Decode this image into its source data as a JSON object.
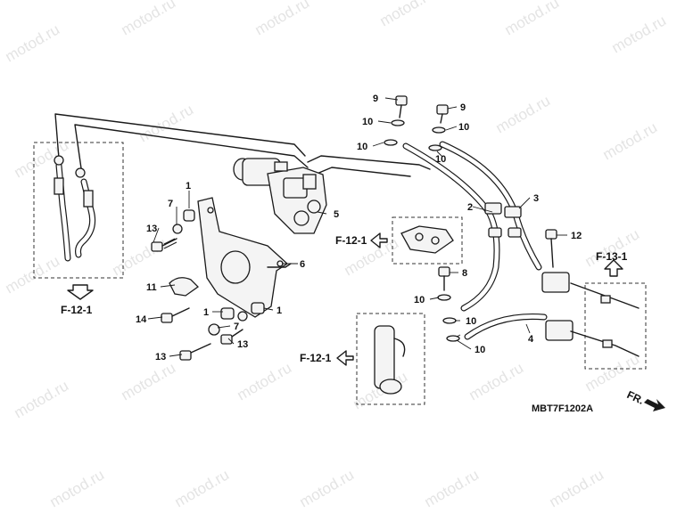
{
  "watermark": {
    "text": "motod.ru"
  },
  "diagram_code": "MBT7F1202A",
  "front_indicator": "FR.",
  "ref_labels": {
    "left": "F-12-1",
    "middle": "F-12-1",
    "lower": "F-12-1",
    "right": "F-13-1"
  },
  "callouts": {
    "c1a": "1",
    "c1b": "1",
    "c1c": "1",
    "c2": "2",
    "c3": "3",
    "c4": "4",
    "c5": "5",
    "c6": "6",
    "c7a": "7",
    "c7b": "7",
    "c8": "8",
    "c9a": "9",
    "c9b": "9",
    "c10a": "10",
    "c10b": "10",
    "c10c": "10",
    "c10d": "10",
    "c10e": "10",
    "c10f": "10",
    "c10g": "10",
    "c11": "11",
    "c12": "12",
    "c13a": "13",
    "c13b": "13",
    "c13c": "13",
    "c14": "14"
  }
}
